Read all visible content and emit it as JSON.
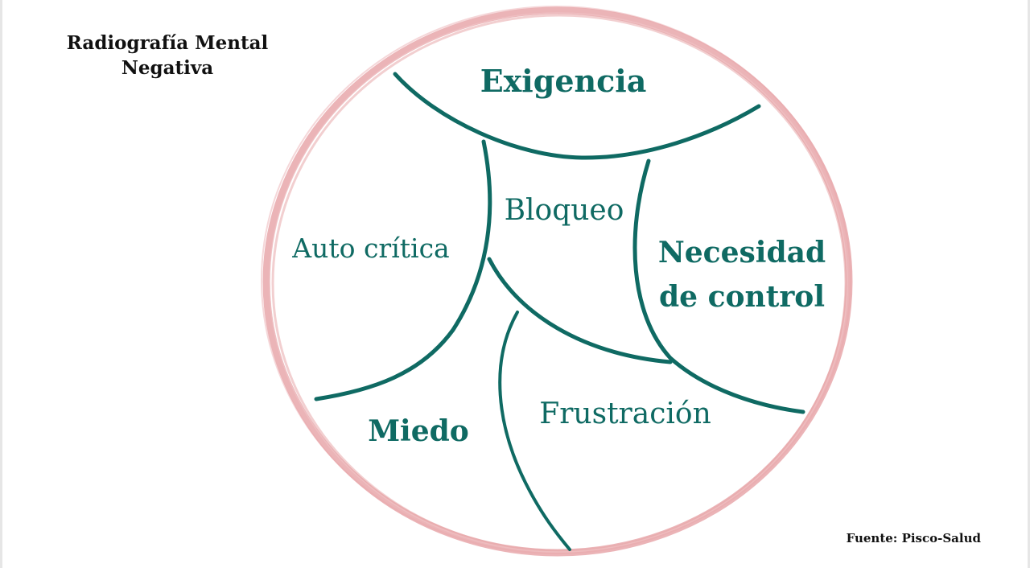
{
  "title": {
    "line1": "Radiografía Mental",
    "line2": "Negativa"
  },
  "regions": {
    "exigencia": "Exigencia",
    "bloqueo": "Bloqueo",
    "auto_critica": "Auto crítica",
    "necesidad_line1": "Necesidad",
    "necesidad_line2": "de control",
    "miedo": "Miedo",
    "frustracion": "Frustración"
  },
  "source": "Fuente: Pisco-Salud",
  "colors": {
    "circle": "#e8a7aa",
    "lines": "#0f6a63",
    "text": "#0f6a63",
    "title": "#111111"
  }
}
